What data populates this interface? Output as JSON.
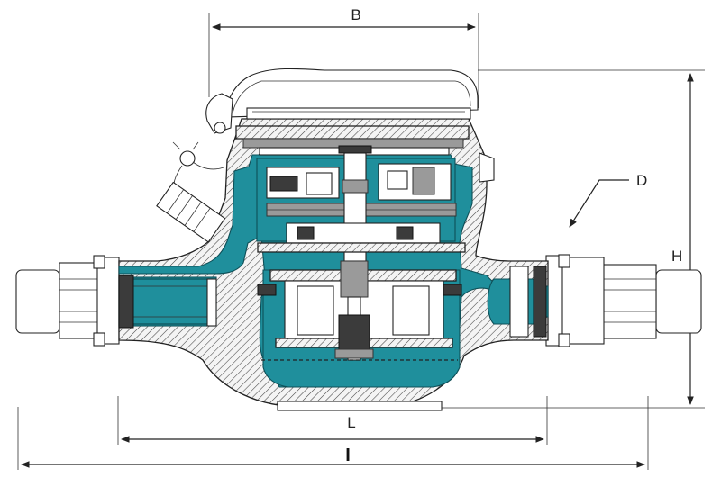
{
  "diagram": {
    "labels": {
      "B": "B",
      "D": "D",
      "H": "H",
      "L": "L",
      "I": "I"
    },
    "colors": {
      "water": "#1f8f9c",
      "line": "#222222",
      "background": "#ffffff"
    }
  }
}
